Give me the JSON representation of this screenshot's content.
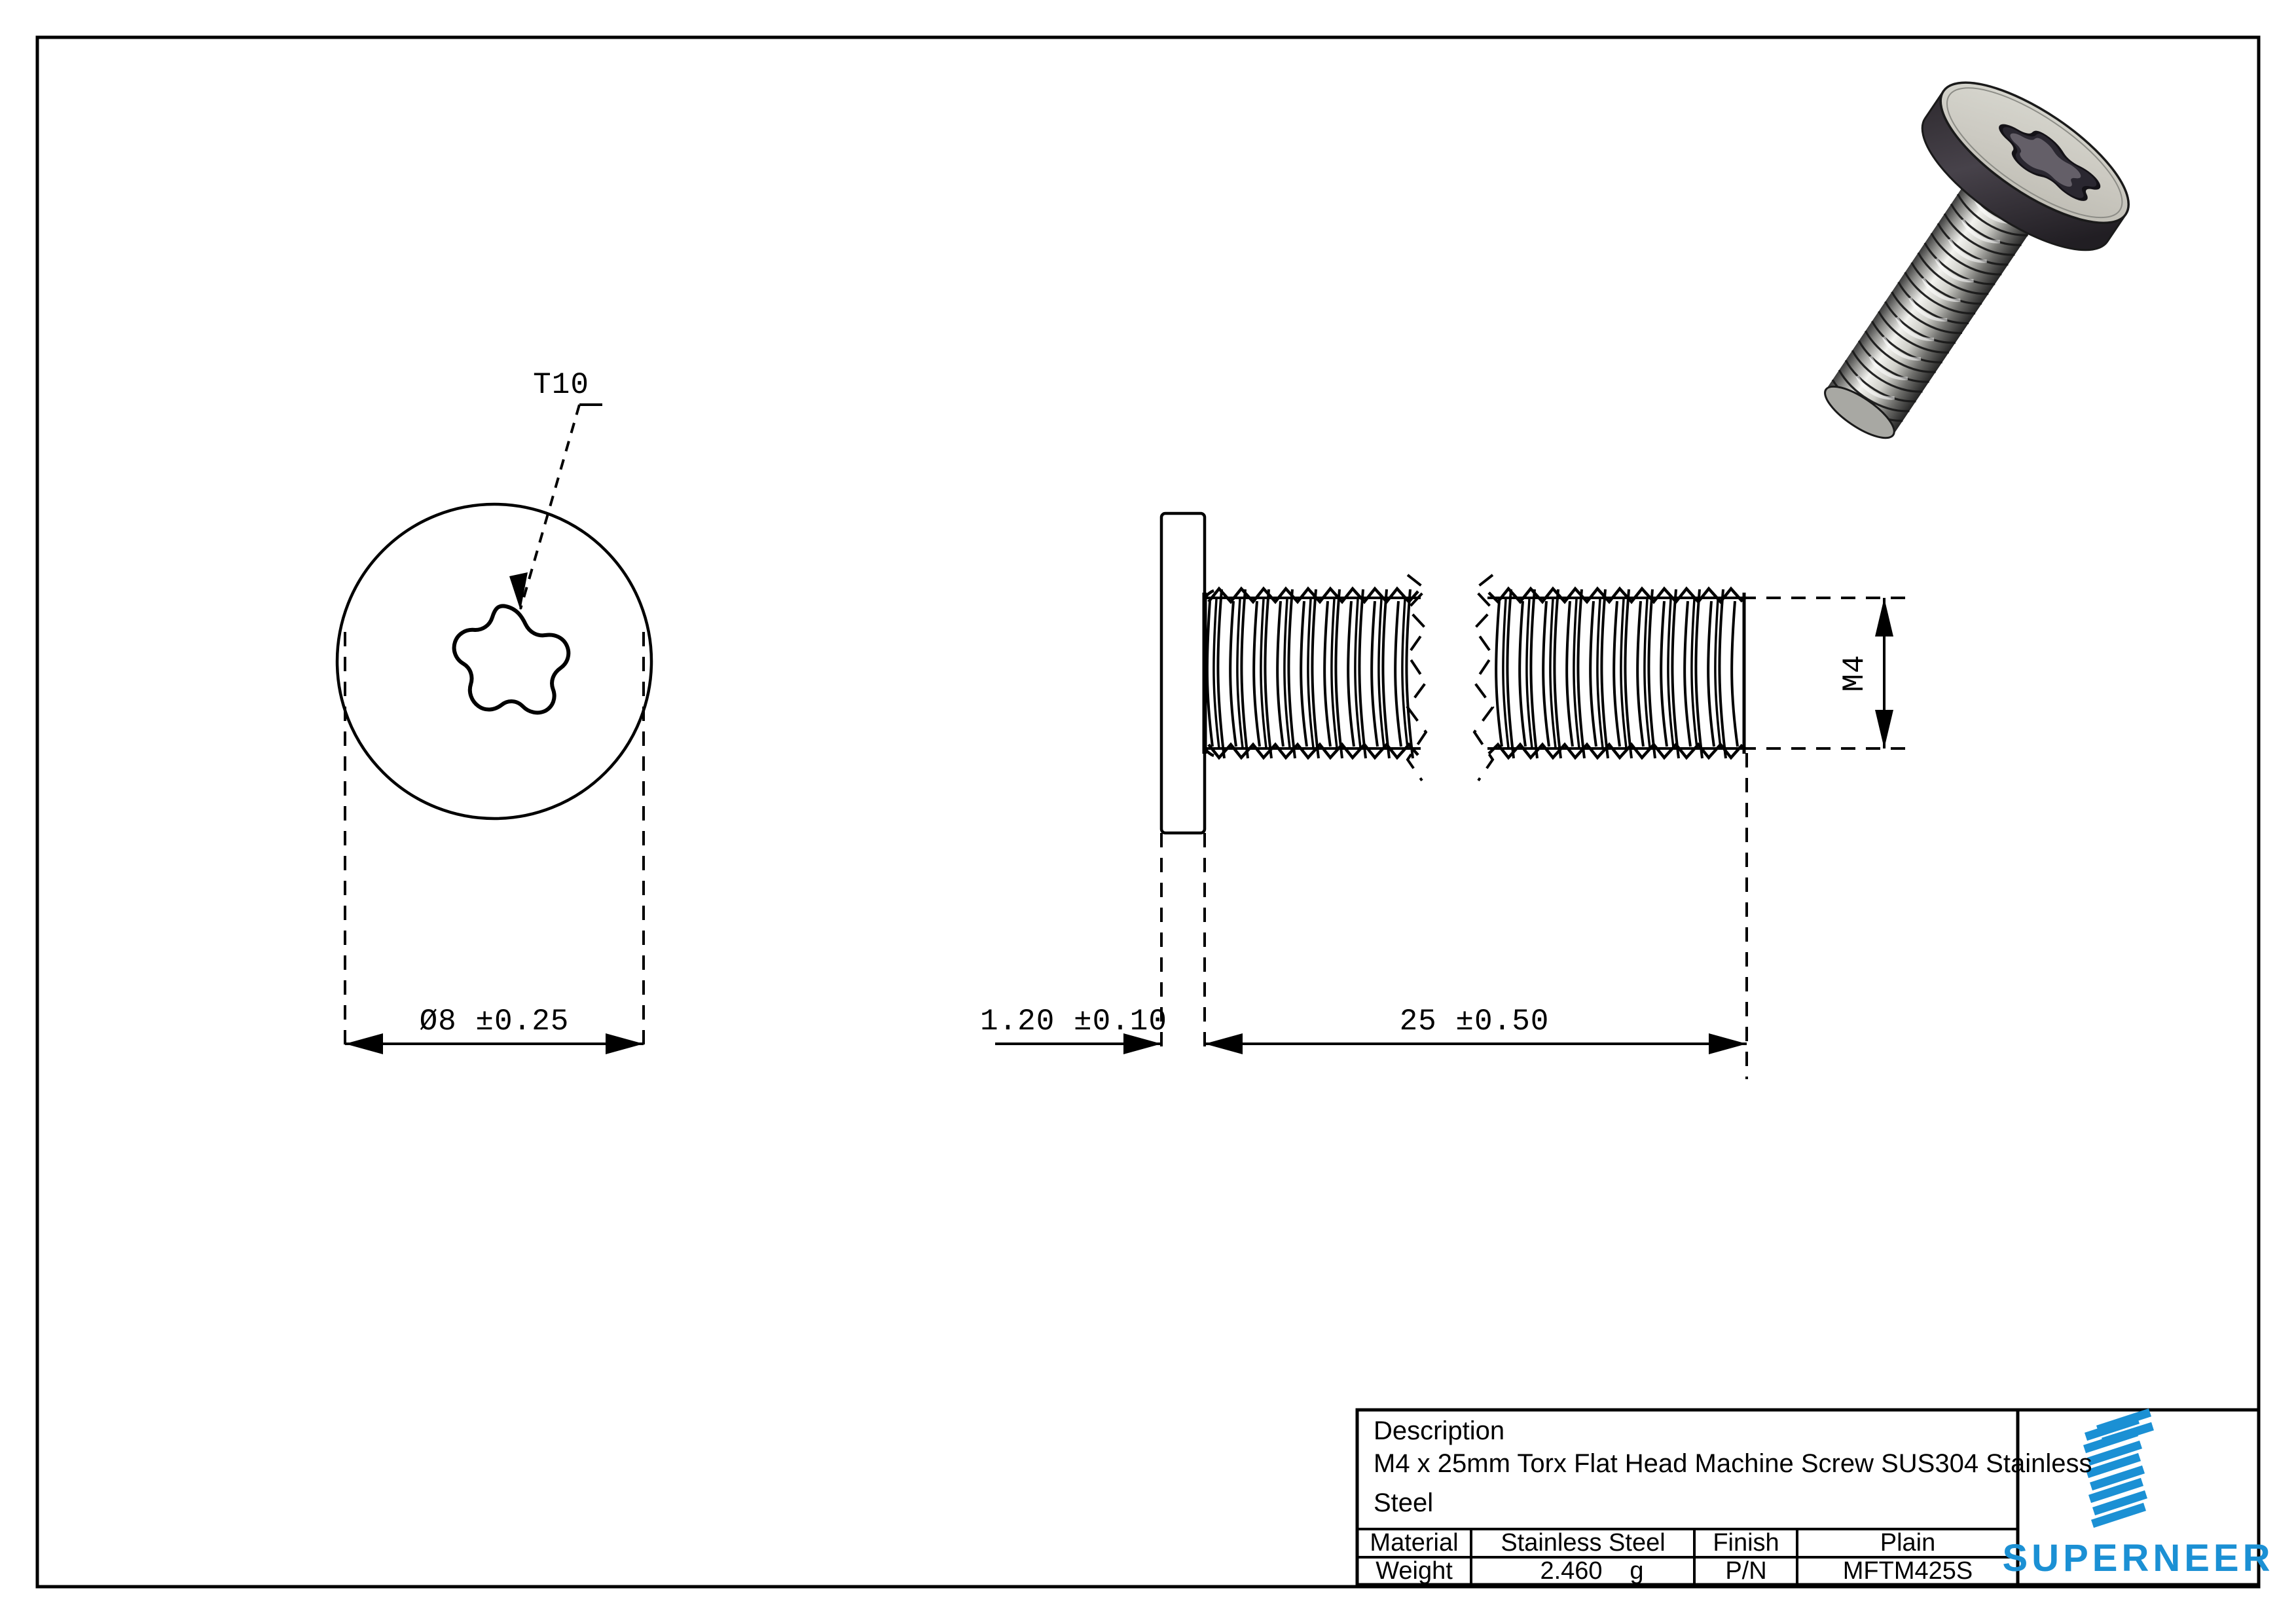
{
  "drawing": {
    "type": "engineering-drawing",
    "sheet_width": 3507,
    "sheet_height": 2480,
    "background_color": "#ffffff",
    "line_color": "#000000"
  },
  "annotations": {
    "torx_callout": "T10",
    "head_diameter": "Ø8 ±0.25",
    "head_thickness": "1.20 ±0.10",
    "thread_length": "25 ±0.50",
    "thread_size": "M4"
  },
  "title_block": {
    "description_label": "Description",
    "description_line1": "M4 x 25mm Torx Flat Head Machine Screw SUS304 Stainless",
    "description_line2": "Steel",
    "material_label": "Material",
    "material_value": "Stainless Steel",
    "finish_label": "Finish",
    "finish_value": "Plain",
    "weight_label": "Weight",
    "weight_value": "2.460",
    "weight_unit": "g",
    "pn_label": "P/N",
    "pn_value": "MFTM425S"
  },
  "logo": {
    "brand": "SUPERNEER",
    "color": "#1b90d4",
    "mark": "diagonal-stripes-parallelogram"
  },
  "views": {
    "top_view": "front-face-view-with-torx-socket",
    "side_view": "side-elevation-threaded-shank",
    "iso_view": "3d-isometric-screw-render"
  }
}
